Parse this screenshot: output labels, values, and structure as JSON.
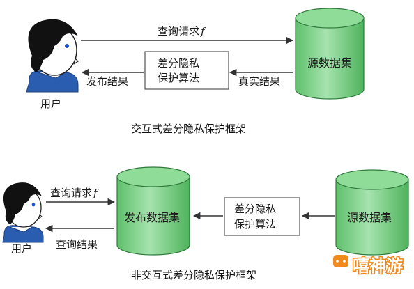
{
  "colors": {
    "cylinder_fill": "#7fd38a",
    "cylinder_stroke": "#2f7a3a",
    "arrow": "#333333",
    "box_border": "#555555",
    "face_skin": "#ffffff",
    "hair": "#111111",
    "shirt": "#2a5db0",
    "watermark_orange": "#f08a1c",
    "watermark_text": "#ffffff"
  },
  "top_diagram": {
    "user_label": "用户",
    "query_label": "查询请求",
    "query_fn": "f",
    "database_label": "源数据集",
    "mechanism_line1": "差分隐私",
    "mechanism_line2": "保护算法",
    "true_result_label": "真实结果",
    "published_result_label": "发布结果",
    "caption": "交互式差分隐私保护框架"
  },
  "bottom_diagram": {
    "user_label": "用户",
    "query_label": "查询请求",
    "query_fn": "f",
    "published_db_label": "发布数据集",
    "mechanism_line1": "差分隐私",
    "mechanism_line2": "保护算法",
    "source_db_label": "源数据集",
    "query_result_label": "查询结果",
    "caption": "非交互式差分隐私保护框架"
  },
  "watermark": {
    "text": "嘻神游",
    "icon": "game-controller-icon"
  }
}
